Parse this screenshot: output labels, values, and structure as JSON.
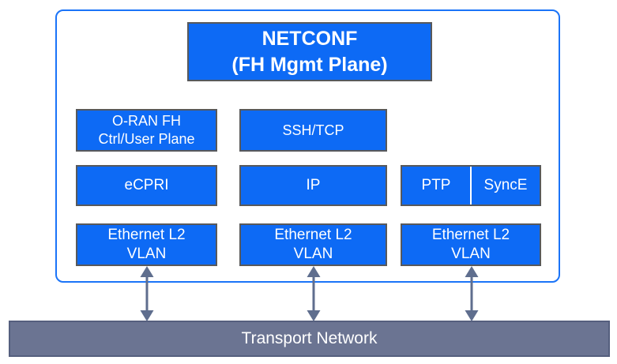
{
  "colors": {
    "box_blue": "#0d6af5",
    "box_border": "#58595b",
    "container_border": "#1b74f8",
    "transport_fill": "#6b7492",
    "transport_border": "#555f7e",
    "arrow": "#5f6e8e",
    "text": "#ffffff"
  },
  "stack": {
    "netconf": "NETCONF\n(FH Mgmt Plane)",
    "row2": [
      {
        "label": "O-RAN FH\nCtrl/User Plane"
      },
      {
        "label": "SSH/TCP"
      }
    ],
    "row3": [
      {
        "label": "eCPRI"
      },
      {
        "label": "IP"
      },
      {
        "label": "PTP"
      },
      {
        "label": "SyncE"
      }
    ],
    "row4": [
      {
        "label": "Ethernet L2\nVLAN"
      },
      {
        "label": "Ethernet L2\nVLAN"
      },
      {
        "label": "Ethernet L2\nVLAN"
      }
    ]
  },
  "transport": {
    "label": "Transport Network"
  },
  "arrows": {
    "count": 3,
    "style": "double-headed-vertical"
  }
}
